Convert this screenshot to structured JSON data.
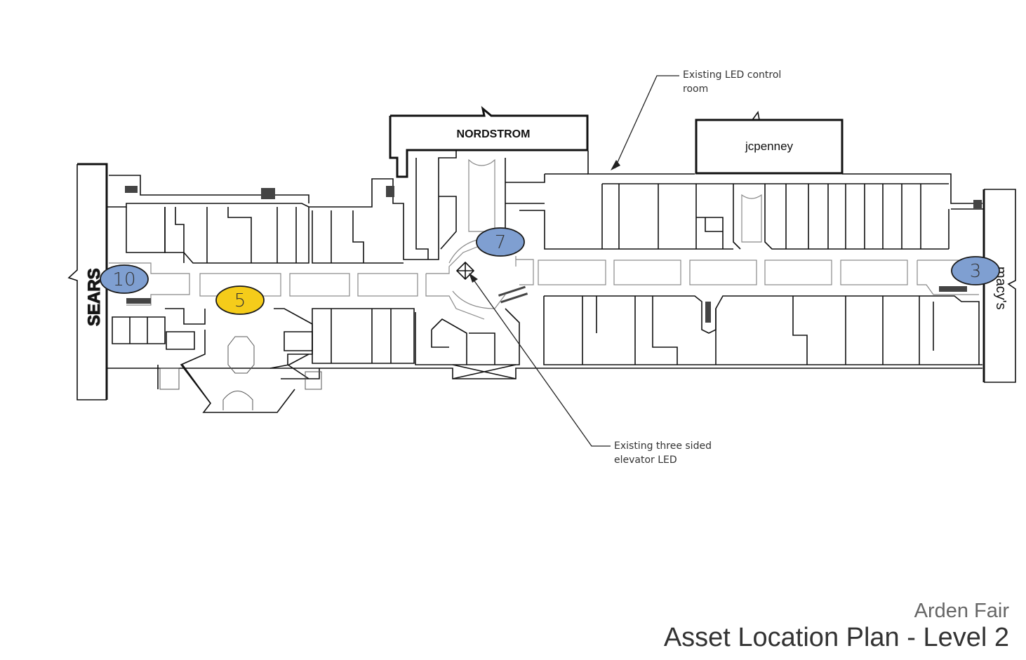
{
  "title": {
    "property": "Arden Fair",
    "plan": "Asset Location Plan - Level 2"
  },
  "anchors": {
    "north_left": "NORDSTROM",
    "north_right": "jcpenney",
    "west": "SEARS",
    "east": "macy's"
  },
  "assets": [
    {
      "id": "10",
      "color": "#7f9fd1"
    },
    {
      "id": "5",
      "color": "#f5cc1a"
    },
    {
      "id": "7",
      "color": "#7f9fd1"
    },
    {
      "id": "3",
      "color": "#7f9fd1"
    }
  ],
  "callouts": {
    "led_control_room": {
      "line1": "Existing LED control",
      "line2": "room"
    },
    "elevator_led": {
      "line1": "Existing three sided",
      "line2": "elevator LED"
    }
  },
  "colors": {
    "blue_asset": "#7f9fd1",
    "yellow_asset": "#f5cc1a",
    "wall": "#111111"
  }
}
